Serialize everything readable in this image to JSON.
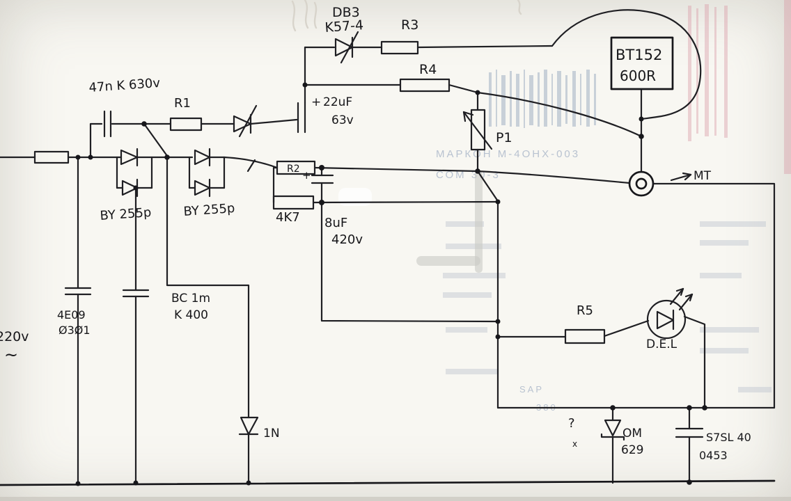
{
  "meta": {
    "description": "Hand-drawn power electronics schematic on paper (photo/scan) with print bleed-through",
    "colors": {
      "ink": "#1f1f23",
      "paper": "#f8f7f2",
      "bleed_print": "#8fa0ba"
    }
  },
  "labels": {
    "db3": "DB3",
    "k57": "K57-4",
    "r3": "R3",
    "r4": "R4",
    "bt152": "BT152",
    "bt152_value": "600R",
    "cap_input": "47n K 630v",
    "r1": "R1",
    "plus22": "+",
    "cap22": "22uF",
    "cap22_v": "63v",
    "by255_1": "BY 255p",
    "by255_2": "BY 255p",
    "r2": "R2",
    "r2_value": "4K7",
    "plus8": "+",
    "cap8": "8uF",
    "cap8_v": "420v",
    "p1": "P1",
    "mt": "MT",
    "r5": "R5",
    "del": "D.E.L",
    "om": "OM",
    "om_value": "629",
    "s7sl": "S7SL 40",
    "s7sl_code": "0453",
    "bc_cap": "BC 1m",
    "bc_cap_v": "K 400",
    "cap4e": "4E09",
    "cap4e_v": "Ø3Ø1",
    "mains": "220v",
    "mains_tilde": "~",
    "d1n": "1N",
    "query": "?",
    "xmark": "x"
  },
  "bleed_text": {
    "line1": "МАРКОН     М-4ОНХ-003",
    "line2": "СОМ        30-3",
    "line3": "SAP",
    "line4": "380"
  }
}
